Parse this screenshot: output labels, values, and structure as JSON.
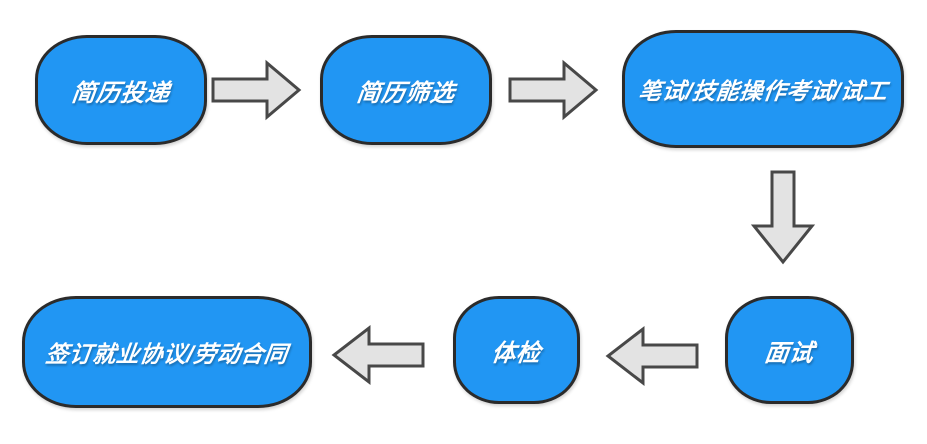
{
  "diagram": {
    "type": "flowchart",
    "subject": "recruitment-hiring-process",
    "nodes": [
      {
        "id": "resume-submission",
        "label": "简历投递"
      },
      {
        "id": "resume-screening",
        "label": "简历筛选"
      },
      {
        "id": "written-skill-test",
        "label": "笔试/技能操作考试/试工"
      },
      {
        "id": "interview",
        "label": "面试"
      },
      {
        "id": "physical-exam",
        "label": "体检"
      },
      {
        "id": "sign-contract",
        "label": "签订就业协议/劳动合同"
      }
    ],
    "edges": [
      {
        "from": "resume-submission",
        "to": "resume-screening",
        "direction": "right"
      },
      {
        "from": "resume-screening",
        "to": "written-skill-test",
        "direction": "right"
      },
      {
        "from": "written-skill-test",
        "to": "interview",
        "direction": "down"
      },
      {
        "from": "interview",
        "to": "physical-exam",
        "direction": "left"
      },
      {
        "from": "physical-exam",
        "to": "sign-contract",
        "direction": "left"
      }
    ],
    "colors": {
      "node_fill": "#2196F3",
      "node_border": "#2b2b2b",
      "node_text": "#ffffff",
      "arrow_fill": "#e3e3e3",
      "arrow_border": "#484848",
      "background": "#ffffff"
    }
  }
}
